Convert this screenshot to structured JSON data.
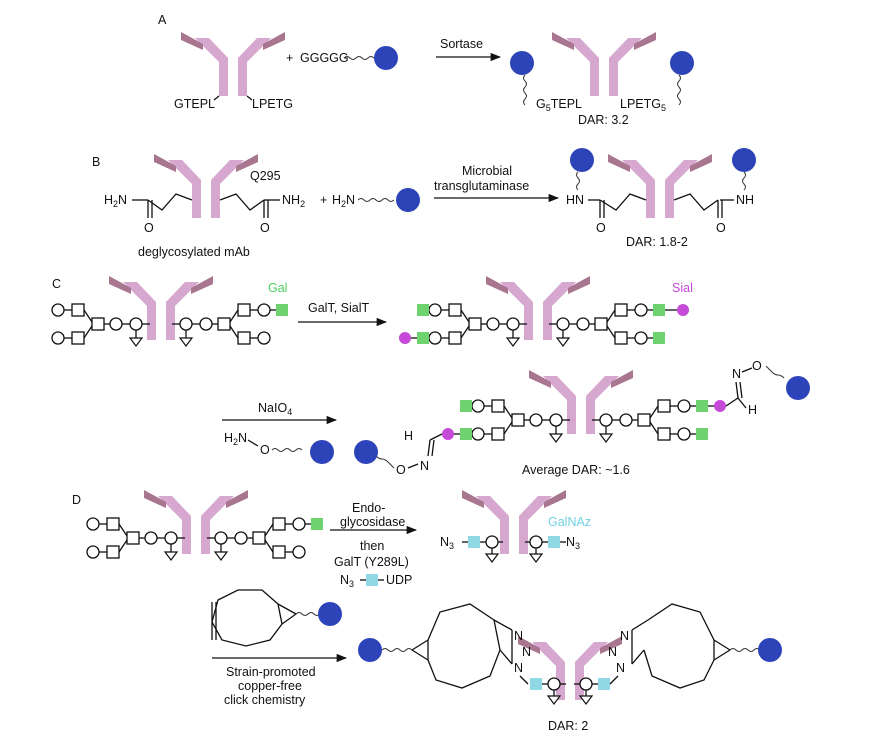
{
  "colors": {
    "antibody_heavy": "#d7a8cf",
    "antibody_light": "#a8768e",
    "payload": "#2d44b8",
    "gal": "#6ed36e",
    "sial": "#c64ad8",
    "galnaz": "#8fd8e4"
  },
  "panel_a": {
    "letter": "A",
    "left_tag_1": "GTEPL",
    "left_tag_2": "LPETG",
    "plus": "+",
    "glycine_linker": "GGGGG",
    "arrow_label": "Sortase",
    "product_tag_1": "G",
    "product_tag_1_sub": "5",
    "product_tag_1_rest": "TEPL",
    "product_tag_2": "LPETG",
    "product_tag_2_sub": "5",
    "dar": "DAR: 3.2"
  },
  "panel_b": {
    "letter": "B",
    "q295": "Q295",
    "h2n_left": "H",
    "h2n_left_sub": "2",
    "h2n_left_rest": "N",
    "nh2_right": "NH",
    "nh2_right_sub": "2",
    "o": "O",
    "plus": "+",
    "amine": "H",
    "amine_sub": "2",
    "amine_rest": "N",
    "arrow_label_1": "Microbial",
    "arrow_label_2": "transglutaminase",
    "hn": "HN",
    "nh": "NH",
    "caption": "deglycosylated mAb",
    "dar": "DAR: 1.8-2"
  },
  "panel_c": {
    "letter": "C",
    "gal_label": "Gal",
    "arrow_label": "GalT, SialT",
    "sial_label": "Sial",
    "naio4": "NaIO",
    "naio4_sub": "4",
    "aminooxy_h2n": "H",
    "aminooxy_sub": "2",
    "aminooxy_rest": "N",
    "o": "O",
    "n": "N",
    "h": "H",
    "dar": "Average DAR: ~1.6"
  },
  "panel_d": {
    "letter": "D",
    "arrow_label_1": "Endo-",
    "arrow_label_2": "glycosidase",
    "arrow_label_3": "then",
    "arrow_label_4": "GalT (Y289L)",
    "n3": "N",
    "n3_sub": "3",
    "udp": "UDP",
    "galnaz_label": "GalNAz",
    "click_label_1": "Strain-promoted",
    "click_label_2": "copper-free",
    "click_label_3": "click chemistry",
    "n": "N",
    "dar": "DAR: 2"
  }
}
